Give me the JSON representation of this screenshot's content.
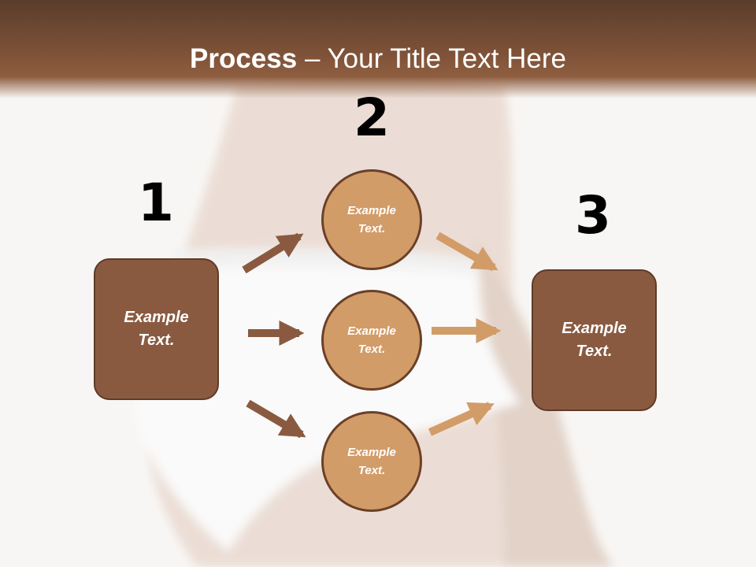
{
  "title": {
    "bold": "Process",
    "rest": " – Your Title Text Here"
  },
  "steps": {
    "step1": {
      "number": "1",
      "text": "Example Text."
    },
    "step2": {
      "number": "2",
      "circles": [
        "Example Text.",
        "Example Text.",
        "Example Text."
      ]
    },
    "step3": {
      "number": "3",
      "text": "Example Text."
    }
  },
  "colors": {
    "dark_brown": "#8a5a40",
    "light_brown": "#d29c68",
    "header": "#7e5238"
  }
}
